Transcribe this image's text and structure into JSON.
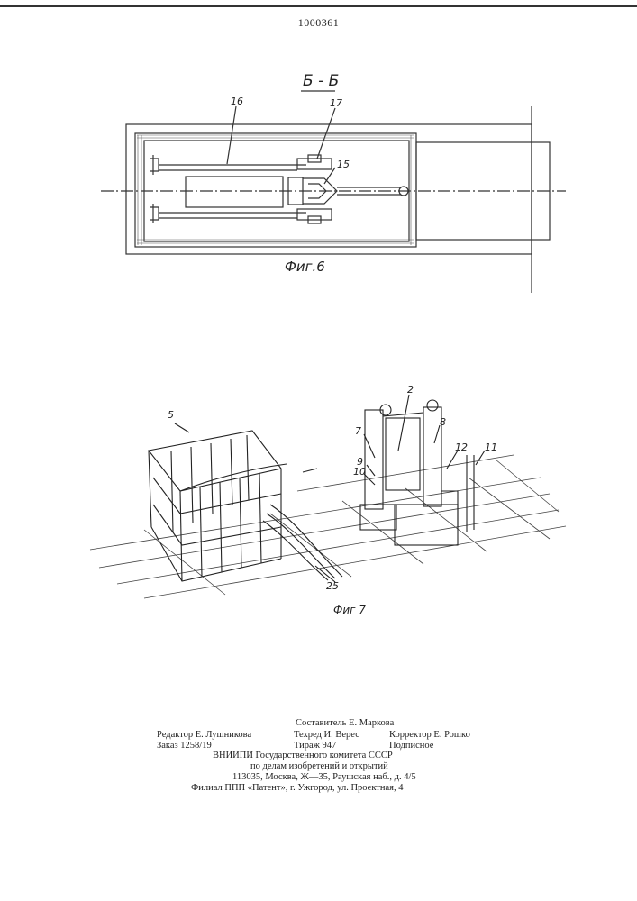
{
  "header": {
    "patent_number": "1000361"
  },
  "figure6": {
    "section_label": "Б - Б",
    "caption": "Фиг.6",
    "callouts": [
      "16",
      "17",
      "15"
    ]
  },
  "figure7": {
    "caption": "Фиг 7",
    "callouts": [
      "5",
      "2",
      "7",
      "8",
      "9",
      "10",
      "12",
      "11",
      "25"
    ]
  },
  "footer": {
    "compiler": "Составитель Е. Маркова",
    "editor": "Редактор Е. Лушникова",
    "techred": "Техред И. Верес",
    "corrector": "Корректор Е. Рошко",
    "order": "Заказ 1258/19",
    "circulation": "Тираж 947",
    "subscription": "Подписное",
    "org1": "ВНИИПИ Государственного комитета СССР",
    "org2": "по делам изобретений и открытий",
    "address": "113035, Москва, Ж—35, Раушская наб., д. 4/5",
    "branch": "Филиал ППП «Патент», г. Ужгород, ул. Проектная, 4"
  }
}
